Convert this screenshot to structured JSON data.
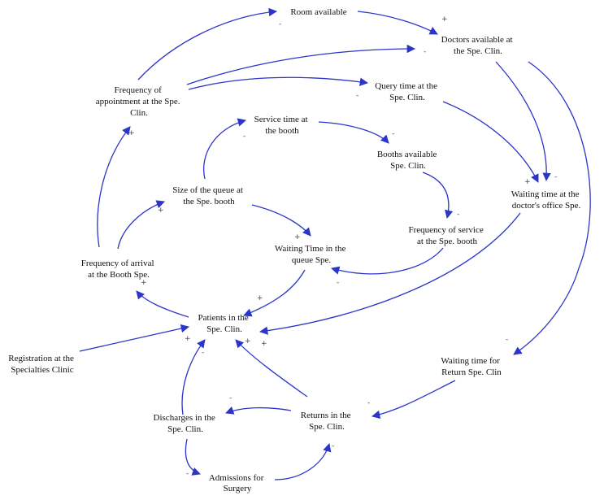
{
  "colors": {
    "arrow": "#2b35c8",
    "text": "#111111"
  },
  "nodes": {
    "room_available": [
      "Room available"
    ],
    "doctors_available": [
      "Doctors available at",
      "the Spe. Clin."
    ],
    "frequency_appointment": [
      "Frequency of",
      "appointment at the Spe.",
      "Clin."
    ],
    "query_time": [
      "Query time at the",
      "Spe. Clin."
    ],
    "service_time_booth": [
      "Service time at",
      "the booth"
    ],
    "booths_available": [
      "Booths available",
      "Spe. Clin."
    ],
    "waiting_time_doctor": [
      "Waiting time at the",
      "doctor's office Spe."
    ],
    "size_queue": [
      "Size of the queue at",
      "the Spe. booth"
    ],
    "frequency_service": [
      "Frequency of service",
      "at the Spe. booth"
    ],
    "waiting_time_queue": [
      "Waiting Time in the",
      "queue Spe."
    ],
    "frequency_arrival": [
      "Frequency of arrival",
      "at the Booth Spe."
    ],
    "patients": [
      "Patients in the",
      "Spe. Clin."
    ],
    "registration": [
      "Registration at the",
      "Specialties Clinic"
    ],
    "waiting_time_return": [
      "Waiting time for",
      "Return Spe. Clin"
    ],
    "discharges": [
      "Discharges in the",
      "Spe. Clin."
    ],
    "returns": [
      "Returns in the",
      "Spe. Clin."
    ],
    "admissions": [
      "Admissions for",
      "Surgery"
    ]
  },
  "polarity_marks": {
    "plus": "+",
    "minus": "-"
  }
}
